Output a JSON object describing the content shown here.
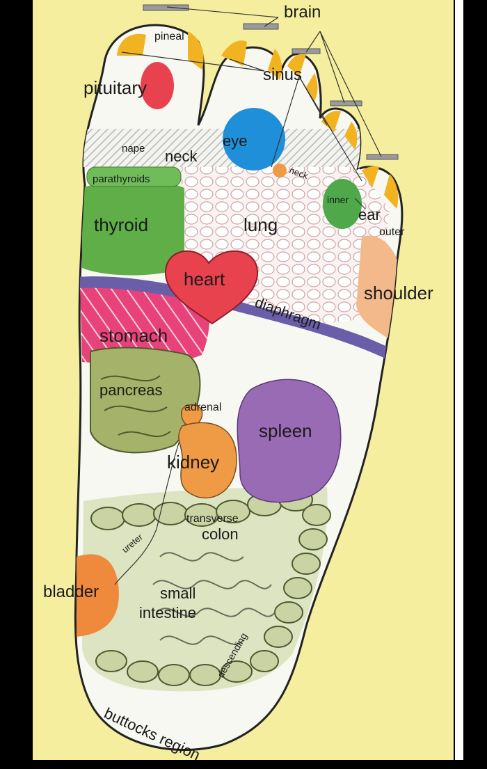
{
  "labels": {
    "brain": "brain",
    "pineal": "pineal",
    "sinus": "sinus",
    "pituitary": "pituitary",
    "eye": "eye",
    "nape": "nape",
    "neck": "neck",
    "neck_small": "neck",
    "inner": "inner",
    "ear": "ear",
    "outer": "outer",
    "parathyroids": "parathyroids",
    "thyroid": "thyroid",
    "lung": "lung",
    "heart": "heart",
    "shoulder": "shoulder",
    "diaphragm": "diaphragm",
    "stomach": "stomach",
    "pancreas": "pancreas",
    "adrenal": "adrenal",
    "spleen": "spleen",
    "kidney": "kidney",
    "transverse": "transverse",
    "colon": "colon",
    "ureter": "ureter",
    "bladder": "bladder",
    "small": "small",
    "intestine": "intestine",
    "descending": "descending",
    "buttocks": "buttocks region"
  },
  "colors": {
    "background": "#f4ee9e",
    "foot": "#f8f8f2",
    "pituitary": "#e8424f",
    "eye": "#1e8fd8",
    "toe_accent": "#f2b320",
    "thyroid": "#5fae48",
    "heart": "#e8424f",
    "stomach": "#e8427a",
    "diaphragm": "#6a5ea8",
    "shoulder": "#f4b98a",
    "spleen": "#9a6bb5",
    "kidney": "#ef9a45",
    "pancreas": "#a5b26a",
    "intestine": "#c9d3a4",
    "bladder": "#ef8a3d"
  }
}
